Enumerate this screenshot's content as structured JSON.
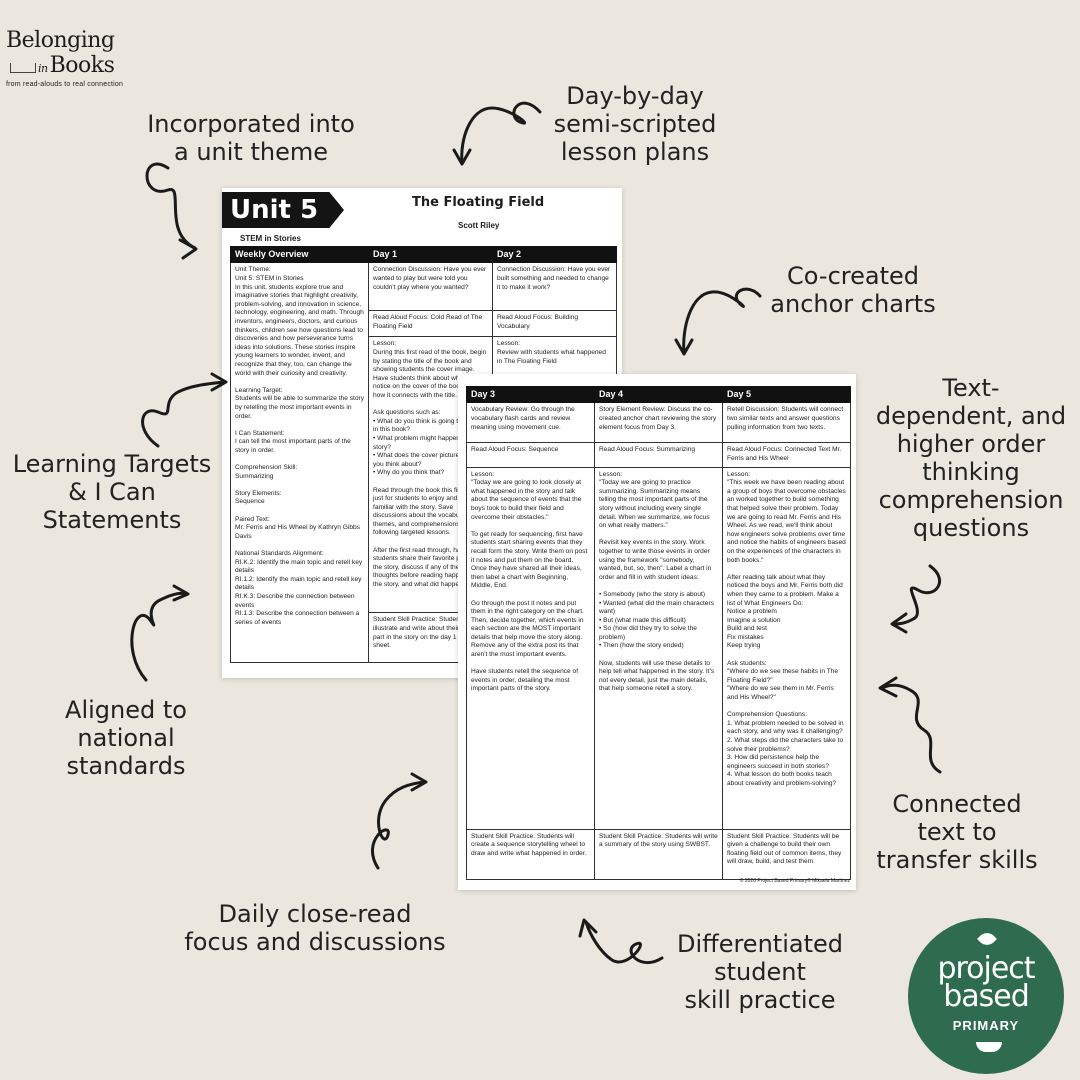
{
  "logo": {
    "line1": "Belonging",
    "in": "in",
    "line2": "Books",
    "tagline": "from read-alouds to real connection"
  },
  "callouts": {
    "unit_theme": "Incorporated into\na unit theme",
    "lesson_plans": "Day-by-day\nsemi-scripted\nlesson plans",
    "anchor_charts": "Co-created\nanchor charts",
    "text_dependent": "Text-\ndependent, and\nhigher order\nthinking\ncomprehension\nquestions",
    "learning_targets": "Learning Targets\n& I Can\nStatements",
    "national_standards": "Aligned to\nnational\nstandards",
    "connected_text": "Connected\ntext to\ntransfer skills",
    "close_read": "Daily close-read\nfocus and discussions",
    "differentiated": "Differentiated\nstudent\nskill practice"
  },
  "page1": {
    "unit": "Unit 5",
    "title": "The Floating Field",
    "author": "Scott Riley",
    "subtitle": "STEM in Stories",
    "headers": [
      "Weekly Overview",
      "Day 1",
      "Day 2"
    ],
    "overview": "Unit Theme:\nUnit 5: STEM in Stories\nIn this unit, students explore true and imaginative stories that highlight creativity, problem-solving, and innovation in science, technology, engineering, and math. Through inventors, engineers, doctors, and curious thinkers, children see how questions lead to discoveries and how perseverance turns ideas into solutions. These stories inspire young learners to wonder, invent, and recognize that they, too, can change the world with their curiosity and creativity.\n\nLearning Target:\nStudents will be able to summarize the story by retelling the most important events in order.\n\nI Can Statement:\nI can tell the most important parts of the story in order.\n\nComprehension Skill:\nSummarizing\n\nStory Elements:\nSequence\n\nPaired Text:\nMr. Ferris and His Wheel by Kathryn Gibbs Davis\n\nNational Standards Alignment:\nRI.K.2: Identify the main topic and retell key details\nRI.1.2: Identify the main topic and retell key details\nRI.K.3: Describe the connection between events\nRI.1.3: Describe the connection between a series of events",
    "day1": [
      "Connection Discussion: Have you ever wanted to play but were told you couldn't play where you wanted?",
      "Read Aloud Focus: Cold Read of The Floating Field",
      "Lesson:\nDuring this first read of the book, begin by stating the title of the book and showing students the cover image. Have students think about what they notice on the cover of the book and how it connects with the title.\n\nAsk questions such as:\n• What do you think is going to happen in this book?\n• What problem might happen in the story?\n• What does the cover picture make you think about?\n• Why do you think that?\n\nRead through the book this first time just for students to enjoy and become familiar with the story. Save discussions about the vocabulary, themes, and comprehensions skills for following targeted lessons.\n\nAfter the first read through, have students share their favorite parts of the story, discuss if any of their thoughts before reading happened in the story, and what did happen instead.",
      "Student Skill Practice: Students will illustrate and write about their favorite part in the story on the day 1 recording sheet."
    ],
    "day2": [
      "Connection Discussion: Have you ever built something and needed to change it to make it work?",
      "Read Aloud Focus: Building Vocabulary",
      "Lesson:\nReview with students what happened in The Floating Field"
    ]
  },
  "page2": {
    "headers": [
      "Day 3",
      "Day 4",
      "Day 5"
    ],
    "day3": [
      "Vocabulary Review: Go through the vocabulary flash cards and review meaning using movement cue.",
      "Read Aloud Focus: Sequence",
      "Lesson:\n\"Today we are going to look closely at what happened in the story and talk about the sequence of events that the boys took to build their field and overcome their obstacles.\"\n\nTo get ready for sequencing, first have students start sharing events that they recall form the story. Write them on post it notes and put them on the board. Once they have shared all their ideas, then label a chart with Beginning, Middle, End.\n\nGo through the post it notes and put them in the right category on the chart. Then, decide together, which events in each section are the MOST important details that help move the story along. Remove any of the extra post its that aren't the most important events.\n\nHave students retell the sequence of events in order, detailing the most important parts of the story.",
      "Student Skill Practice: Students will create a sequence storytelling wheel to draw and write what happened in order."
    ],
    "day4": [
      "Story Element Review: Discuss the co-created anchor chart reviewing the story element focus from Day 3.",
      "Read Aloud Focus: Summarizing",
      "Lesson:\n\"Today we are going to practice summarizing. Summarizing means telling the most important parts of the story without including every single detail. When we summarize, we focus on what really matters.\"\n\nRevisit key events in the story. Work together to write those events in order using the framework \"somebody, wanted, but, so, then\". Label a chart in order and fill in with student ideas:\n\n• Somebody (who the story is about)\n• Wanted (what did the main characters want)\n• But (what made this difficult)\n• So (how did they try to solve the problem)\n• Then (how the story ended)\n\nNow, students will use these details to help tell what happened in the story. It's not every detail, just the main details, that help someone retell a story.",
      "Student Skill Practice: Students will write a summary of the story using SWBST."
    ],
    "day5": [
      "Retell Discussion: Students will connect two similar texts and answer questions pulling information from two texts.",
      "Read Aloud Focus: Connected Text Mr. Ferris and His Wheel",
      "Lesson:\n\"This week we have been reading about a group of boys that overcome obstacles an worked together to build something that helped solve their problem. Today we are going to read Mr. Ferris and His Wheel. As we read, we'll think about how engineers solve problems over time and notice the habits of engineers based on the experiences of the characters in both books.\"\n\nAfter reading talk about what they noticed the boys and Mr. Ferris both did when they came to a problem. Make a list of What Engineers Do:\nNotice a problem\nImagine a solution\nBuild and test\nFix mistakes\nKeep trying\n\nAsk students:\n\"Where do we see these habits in The Floating Field?\"\n\"Where do we see them in Mr. Ferris and His Wheel?\"\n\nComprehension Questions:\n1. What problem needed to be solved in each story, and why was it challenging?\n2. What steps did the characters take to solve their problems?\n3. How did persistence help the engineers succeed in both stories?\n4. What lesson do both books teach about creativity and problem-solving?",
      "Student Skill Practice: Students will be given a challenge to build their own floating field out of common items, they will draw, build, and test them."
    ],
    "footer": "© 2026 Project Based Primary® Mikaela Martinez"
  },
  "badge": {
    "line1": "project",
    "line2": "based",
    "line3": "PRIMARY",
    "color": "#2f6b4f"
  }
}
